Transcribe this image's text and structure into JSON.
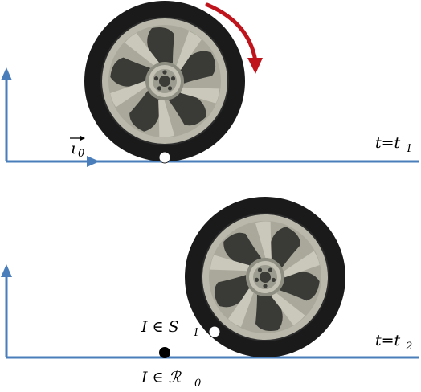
{
  "colors": {
    "axis": "#4a7ebb",
    "tire": "#1a1a1a",
    "rim": "#b9b8ab",
    "rim_shadow": "#3a3a36",
    "rotation_arrow": "#c0141c",
    "contact_point_on_wheel": "#ffffff",
    "contact_point_on_ground": "#000000"
  },
  "frame_top": {
    "vector_label": "ι",
    "vector_label_sub": "0",
    "time_label": "t=t",
    "time_label_sub": "1"
  },
  "frame_bottom": {
    "time_label": "t=t",
    "time_label_sub": "2",
    "point_on_wheel_label": "I ∈ S",
    "point_on_wheel_label_sub": "1",
    "point_on_ground_label": "I ∈ ℛ",
    "point_on_ground_label_sub": "0"
  },
  "icons": {
    "wheel": "wheel-icon",
    "rotation_arrow": "curved-arrow-icon"
  }
}
